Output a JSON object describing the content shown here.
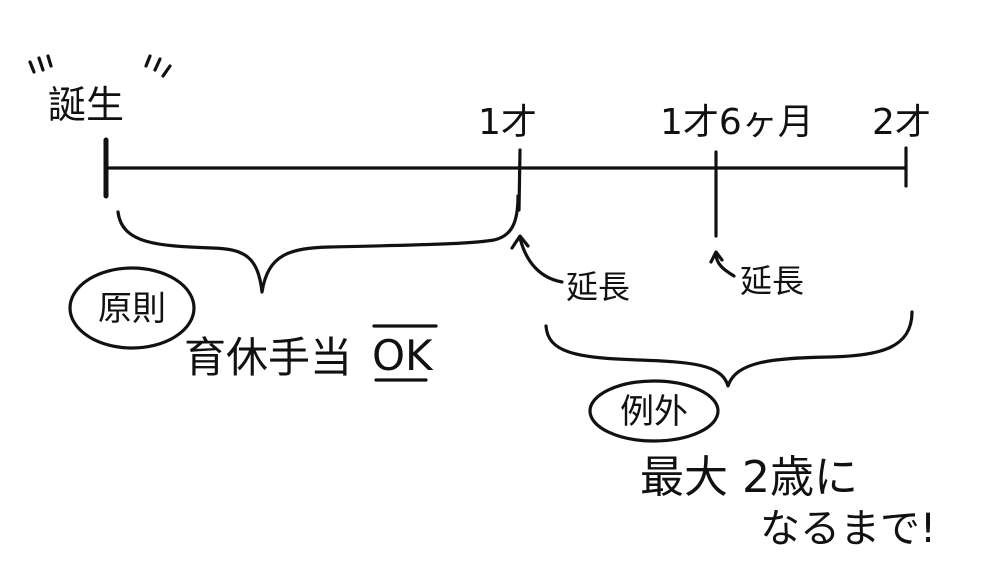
{
  "timeline": {
    "birth_label": "誕生",
    "ticks": [
      {
        "key": "age1",
        "label": "1才"
      },
      {
        "key": "age1_6m",
        "label": "1才6ヶ月"
      },
      {
        "key": "age2",
        "label": "2才"
      }
    ]
  },
  "extensions": [
    {
      "key": "at_age1",
      "label": "延長"
    },
    {
      "key": "at_age1_6m",
      "label": "延長"
    }
  ],
  "rule_section": {
    "badge": "原則",
    "allowance_label": "育休手当",
    "allowance_symbol": "OK"
  },
  "exception_section": {
    "badge": "例外",
    "until_line1": "最大 2歳に",
    "until_line2": "なるまで!"
  },
  "colors": {
    "ink": "#111111",
    "background": "#ffffff"
  }
}
